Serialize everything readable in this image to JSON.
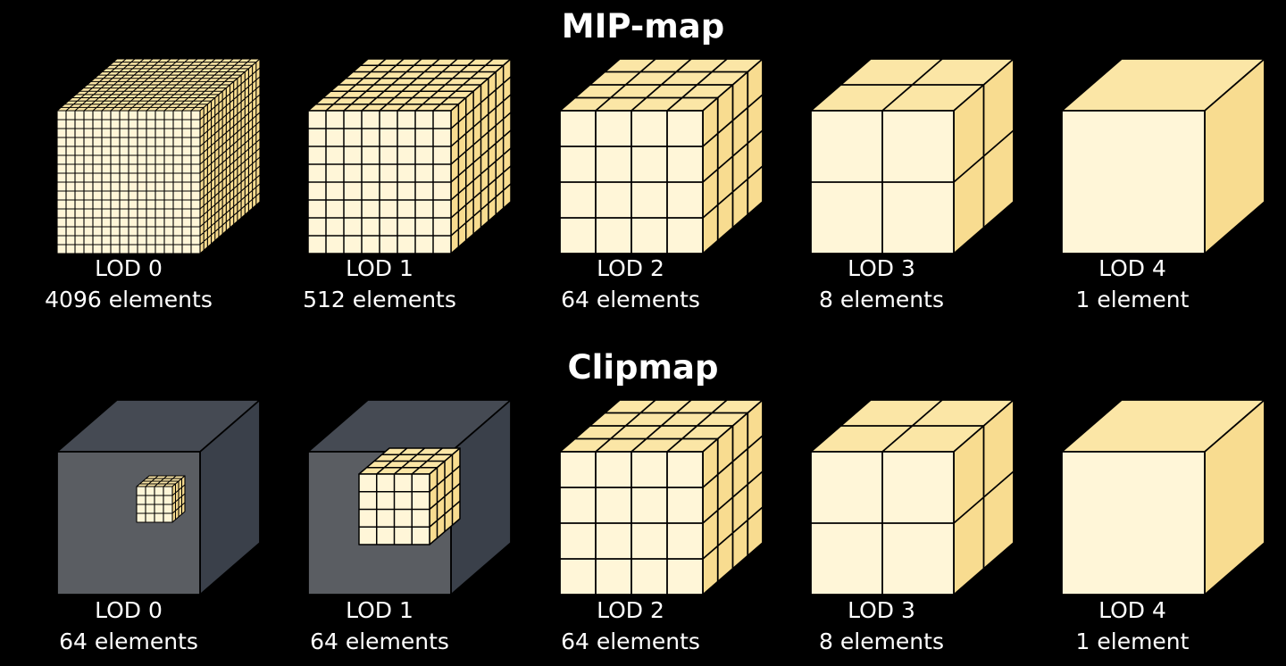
{
  "sections": [
    {
      "title": "MIP-map",
      "cubes": [
        {
          "lod": "LOD 0",
          "count": "4096 elements",
          "divisions": 16,
          "style": "full"
        },
        {
          "lod": "LOD 1",
          "count": "512 elements",
          "divisions": 8,
          "style": "full"
        },
        {
          "lod": "LOD 2",
          "count": "64 elements",
          "divisions": 4,
          "style": "full"
        },
        {
          "lod": "LOD 3",
          "count": "8 elements",
          "divisions": 2,
          "style": "full"
        },
        {
          "lod": "LOD 4",
          "count": "1 element",
          "divisions": 1,
          "style": "full"
        }
      ]
    },
    {
      "title": "Clipmap",
      "cubes": [
        {
          "lod": "LOD 0",
          "count": "64 elements",
          "divisions": 4,
          "style": "clipped",
          "region": "small"
        },
        {
          "lod": "LOD 1",
          "count": "64 elements",
          "divisions": 4,
          "style": "clipped",
          "region": "large"
        },
        {
          "lod": "LOD 2",
          "count": "64 elements",
          "divisions": 4,
          "style": "full"
        },
        {
          "lod": "LOD 3",
          "count": "8 elements",
          "divisions": 2,
          "style": "full"
        },
        {
          "lod": "LOD 4",
          "count": "1 element",
          "divisions": 1,
          "style": "full"
        }
      ]
    }
  ],
  "colors": {
    "background": "#000000",
    "cube_front": "#fff6d8",
    "cube_top": "#fbe6a6",
    "cube_side": "#f8dc90",
    "grid_line": "#000000",
    "shell_front": "#5a5d62",
    "shell_top": "#454a53",
    "shell_side": "#3a404a",
    "text": "#ffffff"
  }
}
